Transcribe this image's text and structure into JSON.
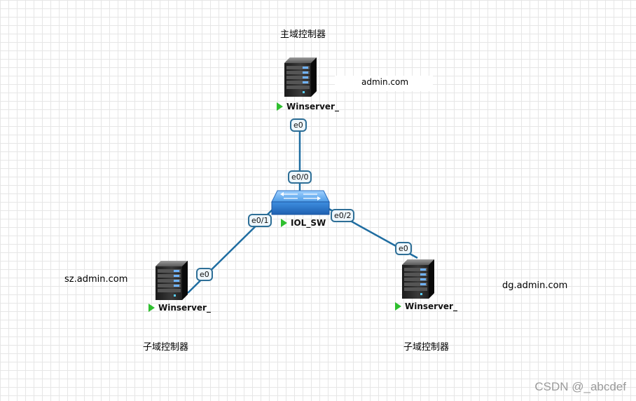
{
  "labels": {
    "top_role": "主域控制器",
    "top_domain": "admin.com",
    "left_domain": "sz.admin.com",
    "right_domain": "dg.admin.com",
    "left_role": "子域控制器",
    "right_role": "子域控制器"
  },
  "nodes": {
    "server_top": "Winserver_",
    "server_left": "Winserver_",
    "server_right": "Winserver_",
    "switch": "IOL_SW"
  },
  "ports": {
    "top_server": "e0",
    "switch_top": "e0/0",
    "switch_left": "e0/1",
    "switch_right": "e0/2",
    "left_server": "e0",
    "right_server": "e0"
  },
  "colors": {
    "link": "#1f6da1",
    "port_border": "#2e6f97",
    "run_indicator": "#2fbf2f",
    "switch_blue": "#3f8fe0"
  },
  "watermark": "CSDN @_abcdef"
}
